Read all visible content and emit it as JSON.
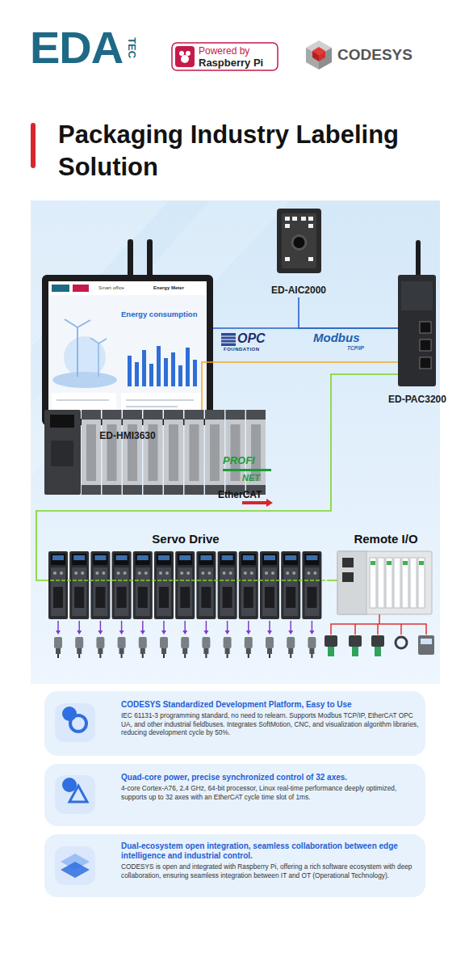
{
  "diagram": {
    "title": "Packaging Industry Labeling Solution",
    "nodes": [
      {
        "text": [
          "ED-AIC2000"
        ]
      },
      {
        "text": [
          "ED-HMI3630"
        ]
      },
      {
        "text": [
          "ED-PAC3200"
        ]
      },
      {
        "text": [
          "Servo Drive"
        ]
      },
      {
        "text": [
          "Remote I/O"
        ]
      },
      {
        "text": [
          "CODESYS Standardized Development Platform, Easy to Use",
          "IEC 61131-3 programming standard, no need to relearn. Supports Modbus TCP/IP, EtherCAT OPC UA, and other industrial fieldbuses. Integrates SoftMotion, CNC, and visualization algorithm libraries, reducing development cycle by 50%."
        ]
      },
      {
        "text": [
          "Quad-core power, precise synchronized control of 32 axes.",
          "4-core Cortex-A76, 2.4 GHz, 64-bit processor, Linux real-time performance deeply optimized, supports up to 32 axes with an EtherCAT cycle time slot of 1ms."
        ]
      },
      {
        "text": [
          "Dual-ecosystem open integration, seamless collaboration between edge intelligence and industrial control.",
          "CODESYS is open and integrated with Raspberry Pi, offering a rich software ecosystem with deep collaboration, ensuring seamless integration between IT and OT (Operational Technology)."
        ]
      }
    ],
    "edges": [
      {
        "from": 1,
        "to": 2,
        "arrow": "none"
      },
      {
        "from": 0,
        "to": 2,
        "arrow": "none"
      },
      {
        "from": 2,
        "to": 3,
        "arrow": "none"
      },
      {
        "from": 3,
        "to": 4,
        "arrow": "none"
      }
    ],
    "labels": [
      "EDA",
      "TEC",
      "Powered by",
      "Raspberry Pi",
      "CODESYS",
      "Smart office",
      "Energy Meter",
      "Energy consumption",
      "OPC",
      "FOUNDATION",
      "Modbus",
      "TCP/IP",
      "PROFI",
      "NET",
      "EtherCAT"
    ]
  }
}
